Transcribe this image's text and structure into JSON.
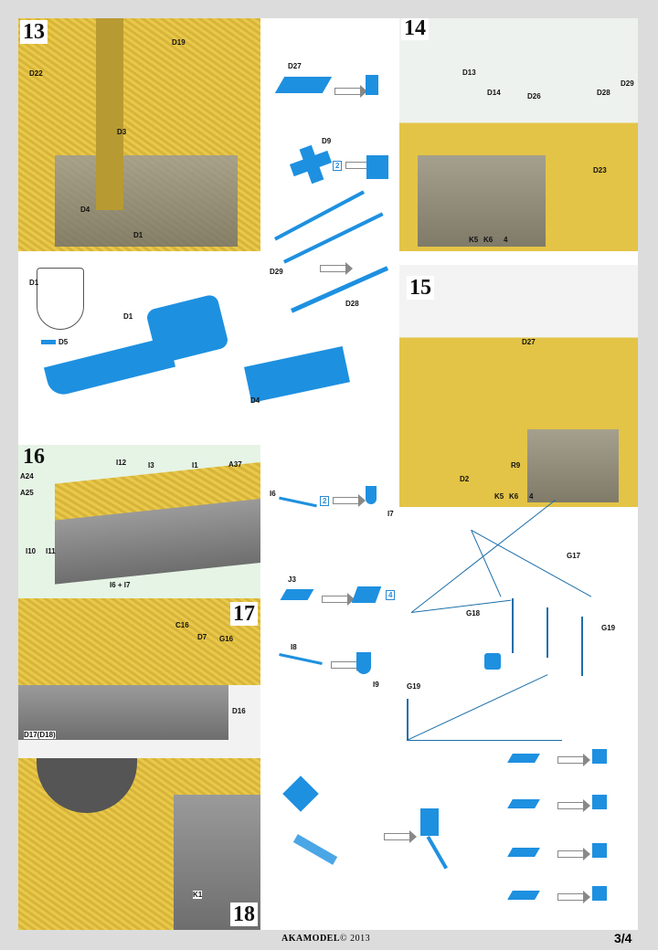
{
  "steps": {
    "s13": {
      "number": "13",
      "labels": [
        "D19",
        "D22",
        "D3",
        "D4",
        "D1"
      ]
    },
    "s14": {
      "number": "14",
      "labels": [
        "D13",
        "D14",
        "D26",
        "D28",
        "D29",
        "D23",
        "K5",
        "K6",
        "4"
      ]
    },
    "s15": {
      "number": "15",
      "labels": [
        "D27",
        "D2",
        "R9",
        "K5",
        "K6",
        "4"
      ]
    },
    "s16": {
      "number": "16",
      "labels": [
        "I12",
        "I3",
        "I1",
        "A37",
        "A24",
        "A25",
        "I10",
        "I11",
        "I6 + I7"
      ]
    },
    "s17": {
      "number": "17",
      "labels": [
        "C16",
        "D7",
        "G16",
        "D16",
        "D17(D18)"
      ]
    },
    "s18": {
      "number": "18",
      "labels": [
        "K1"
      ]
    }
  },
  "diagrams": {
    "d27": "D27",
    "d9": "D9",
    "d9_qty": "2",
    "d29": "D29",
    "d28": "D28",
    "d1": "D1",
    "d1_small": "D1",
    "d5": "D5",
    "d4": "D4",
    "i6": "I6",
    "i6_qty": "2",
    "i7": "I7",
    "j3": "J3",
    "j3_qty": "4",
    "i8": "I8",
    "i9": "I9",
    "g17": "G17",
    "g18": "G18",
    "g19": "G19",
    "g19b": "G19"
  },
  "footer": {
    "brand": "AKAMODEL",
    "copyright": "© 2013",
    "page": "3/4"
  },
  "colors": {
    "pe_blue": "#1e90e0",
    "deck": "#e3c446",
    "hull": "#8a8a8a"
  }
}
